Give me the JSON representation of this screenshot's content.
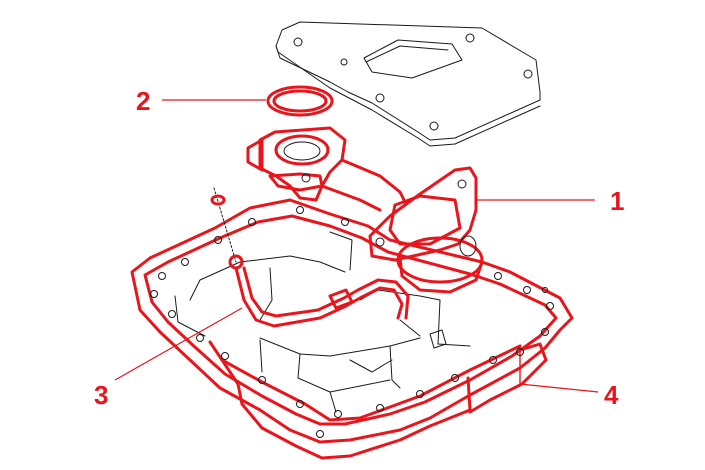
{
  "colors": {
    "highlight": "#e8161c",
    "line": "#1a1a1a",
    "background": "#ffffff"
  },
  "callouts": [
    {
      "label": "1"
    },
    {
      "label": "2"
    },
    {
      "label": "3"
    },
    {
      "label": "4"
    }
  ]
}
